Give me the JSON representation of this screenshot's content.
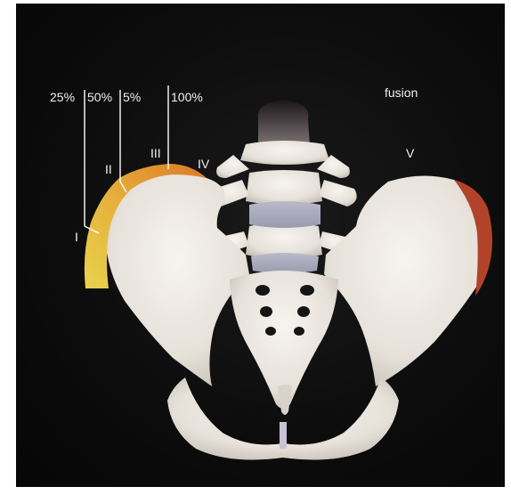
{
  "figure": {
    "percent_labels": [
      "25%",
      "50%",
      "5%",
      "100%"
    ],
    "stage_labels": [
      "I",
      "II",
      "III",
      "IV",
      "V"
    ],
    "fusion_label": "fusion",
    "colors": {
      "background": "#0c0c0c",
      "bone": "#efebe5",
      "apophysis_yellow": "#e3c54a",
      "apophysis_orange": "#e08a2c",
      "apophysis_fused_red": "#b2432b",
      "guide_lines": "#ffffff"
    }
  }
}
